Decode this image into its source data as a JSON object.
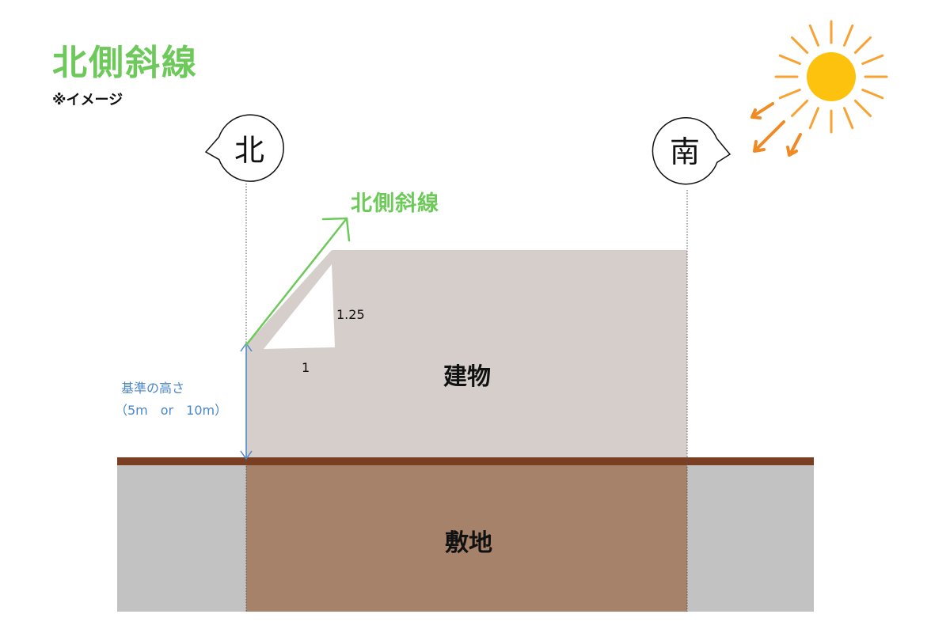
{
  "title": "北側斜線",
  "subtitle": "※イメージ",
  "labels": {
    "north": "北",
    "south": "南",
    "slope_line": "北側斜線",
    "ratio_vertical": "1.25",
    "ratio_horizontal": "1",
    "building": "建物",
    "site": "敷地",
    "base_height_line1": "基準の高さ",
    "base_height_line2": "（5m　or　10m）"
  },
  "colors": {
    "title_green": "#6dc95a",
    "building_fill": "#d5ceca",
    "site_fill": "#a7826b",
    "ground_strip": "#7a3f22",
    "neighbor_gray": "#c2c2c2",
    "sun_body": "#fcc20e",
    "sun_ray": "#f7a233",
    "arrow_orange": "#f08a24",
    "dimension_blue": "#4a86c8"
  },
  "icons": {
    "sun": "sun-icon",
    "north_bubble": "speech-bubble-icon",
    "south_bubble": "speech-bubble-icon"
  }
}
